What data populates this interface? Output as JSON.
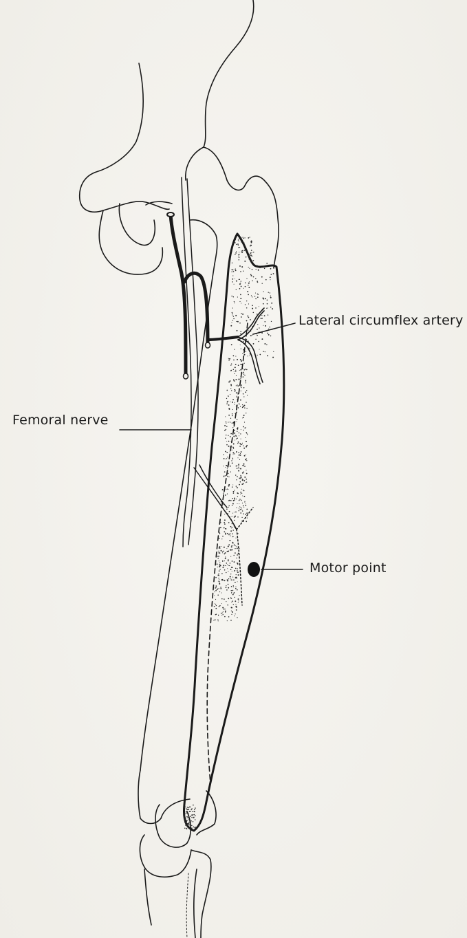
{
  "labels": {
    "lateral_circumflex_artery": "Lateral circumflex artery",
    "femoral_nerve": "Femoral nerve",
    "motor_point": "Motor point"
  },
  "colors": {
    "background": "#f3f1ec",
    "ink": "#1a1a1a"
  }
}
